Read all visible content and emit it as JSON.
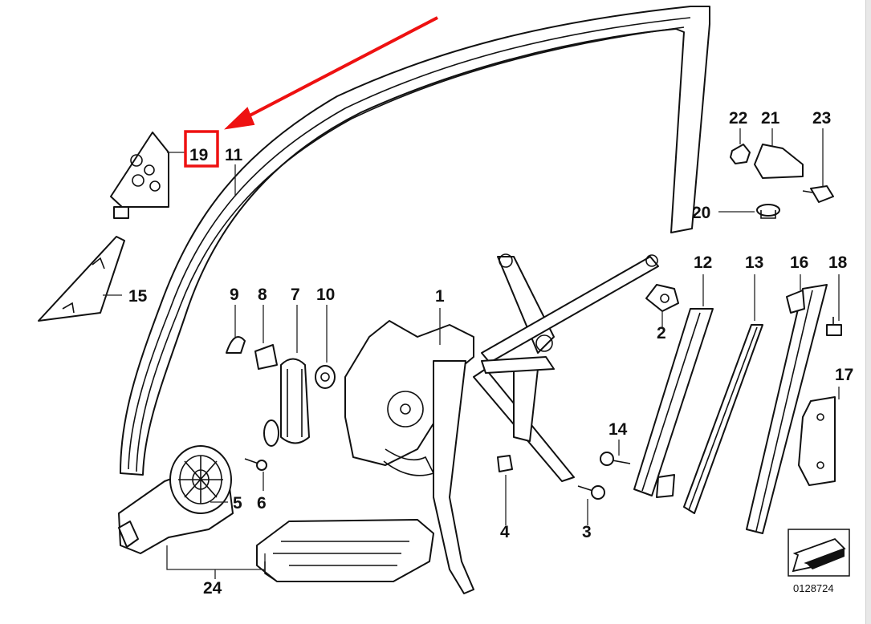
{
  "labels": {
    "p1": "1",
    "p2": "2",
    "p3": "3",
    "p4": "4",
    "p5": "5",
    "p6": "6",
    "p7": "7",
    "p8": "8",
    "p9": "9",
    "p10": "10",
    "p11": "11",
    "p12": "12",
    "p13": "13",
    "p14": "14",
    "p15": "15",
    "p16": "16",
    "p17": "17",
    "p18": "18",
    "p19": "19",
    "p20": "20",
    "p21": "21",
    "p22": "22",
    "p23": "23",
    "p24": "24"
  },
  "diagram_code": "0128724",
  "highlight": {
    "part": "19",
    "color": "#e11111"
  }
}
